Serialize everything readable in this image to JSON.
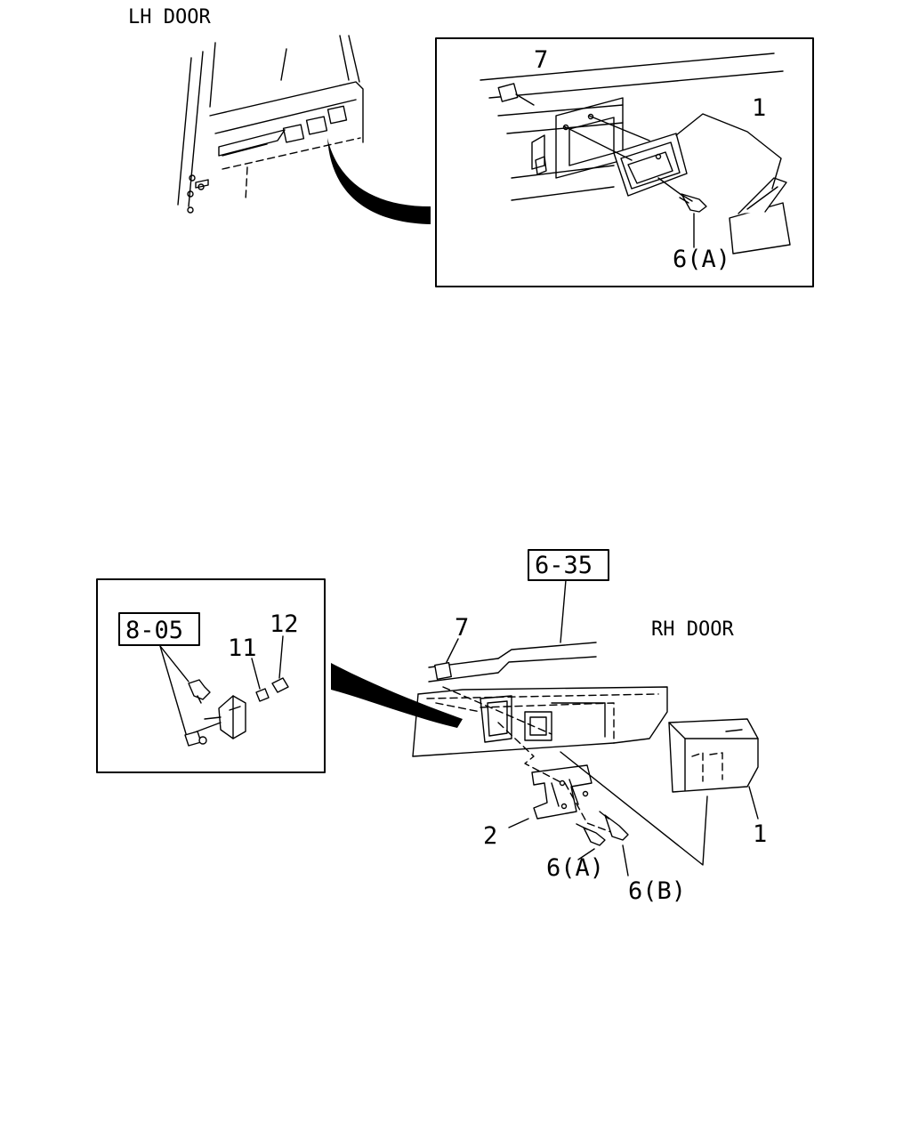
{
  "lh_door": {
    "title": "LH DOOR",
    "callouts": {
      "clip": "7",
      "pocket": "1",
      "screw": "6(A)"
    }
  },
  "rh_door": {
    "title": "RH DOOR",
    "reference_box": "6-35",
    "callouts": {
      "clip": "7",
      "pocket": "1",
      "bracket": "2",
      "screw_a": "6(A)",
      "screw_b": "6(B)"
    }
  },
  "detail_inset": {
    "reference_box": "8-05",
    "callouts": {
      "part_11": "11",
      "part_12": "12"
    }
  }
}
